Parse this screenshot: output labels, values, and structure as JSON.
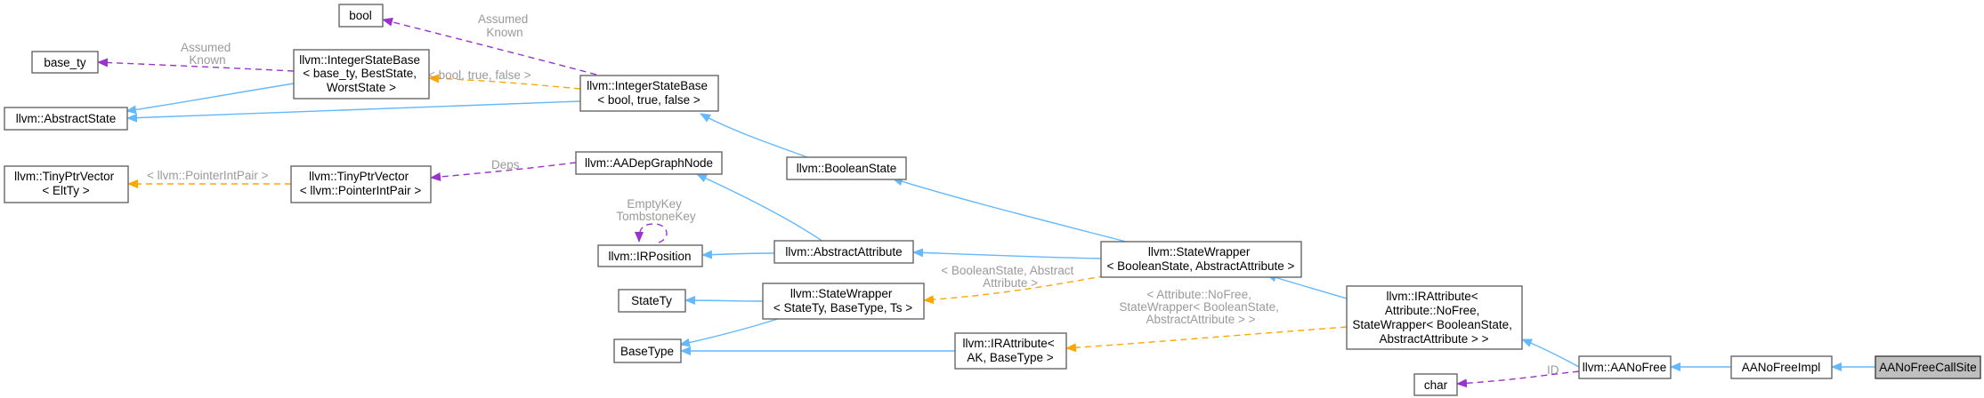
{
  "colors": {
    "inheritance": "#63b8ff",
    "usage": "#9a32cd",
    "template": "#ffa500",
    "label": "#9a9a9a",
    "highlight_fill": "#bfbfbf"
  },
  "nodes": {
    "bool": [
      "bool"
    ],
    "base_ty": [
      "base_ty"
    ],
    "abstract_state": [
      "llvm::AbstractState"
    ],
    "isb_generic": [
      "llvm::IntegerStateBase",
      "< base_ty, BestState,",
      "WorstState >"
    ],
    "isb_bool": [
      "llvm::IntegerStateBase",
      "< bool, true, false >"
    ],
    "tpv_eltty": [
      "llvm::TinyPtrVector",
      "< EltTy >"
    ],
    "tpv_pip": [
      "llvm::TinyPtrVector",
      "< llvm::PointerIntPair >"
    ],
    "aadep": [
      "llvm::AADepGraphNode"
    ],
    "boolean_state": [
      "llvm::BooleanState"
    ],
    "irposition": [
      "llvm::IRPosition"
    ],
    "abstract_attribute": [
      "llvm::AbstractAttribute"
    ],
    "statewrapper_bool": [
      "llvm::StateWrapper",
      "< BooleanState, AbstractAttribute >"
    ],
    "statety": [
      "StateTy"
    ],
    "statewrapper_generic": [
      "llvm::StateWrapper",
      "< StateTy, BaseType, Ts >"
    ],
    "basetype": [
      "BaseType"
    ],
    "irattribute_generic": [
      "llvm::IRAttribute<",
      "AK, BaseType >"
    ],
    "irattribute_nofree": [
      "llvm::IRAttribute<",
      "Attribute::NoFree,",
      "StateWrapper< BooleanState,",
      "AbstractAttribute > >"
    ],
    "char": [
      "char"
    ],
    "aanofree": [
      "llvm::AANoFree"
    ],
    "aanofreeimpl": [
      "AANoFreeImpl"
    ],
    "aanofreecallsite": [
      "AANoFreeCallSite"
    ]
  },
  "edge_labels": {
    "assumed_known_1": [
      "Assumed",
      "Known"
    ],
    "assumed_known_2": [
      "Assumed",
      "Known"
    ],
    "isb_template": [
      "< bool, true, false >"
    ],
    "tpv_template": [
      "< llvm::PointerIntPair >"
    ],
    "deps": [
      "Deps"
    ],
    "empty_tombstone": [
      "EmptyKey",
      "TombstoneKey"
    ],
    "sw_template": [
      "< BooleanState, Abstract",
      "Attribute >"
    ],
    "ira_template": [
      "< Attribute::NoFree,",
      "StateWrapper< BooleanState,",
      "AbstractAttribute > >"
    ],
    "id": [
      "ID"
    ]
  }
}
